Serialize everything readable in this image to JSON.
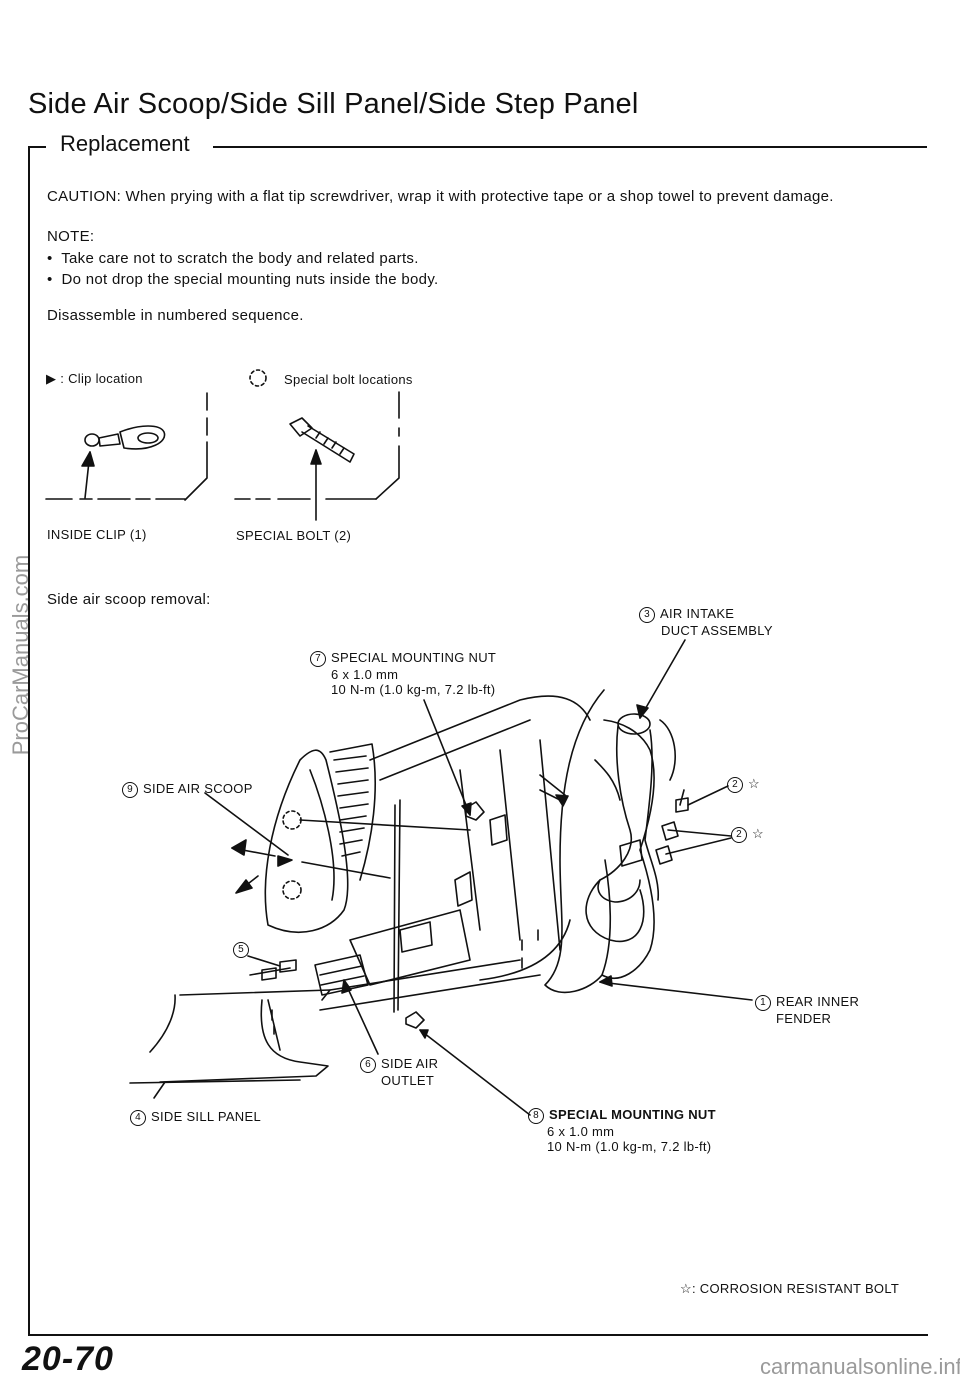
{
  "header": {
    "title": "Side Air Scoop/Side Sill Panel/Side Step Panel",
    "subtitle": "Replacement"
  },
  "caution": "CAUTION:  When  prying  with  a  flat  tip  screwdriver,  wrap  it  with  protective  tape  or  a  shop  towel  to  prevent  damage.",
  "note": {
    "heading": "NOTE:",
    "items": [
      "Take  care  not  to  scratch  the  body  and  related  parts.",
      "Do  not  drop  the  special  mounting  nuts  inside  the  body."
    ]
  },
  "instruction": "Disassemble  in  numbered  sequence.",
  "legend": {
    "clip": "Clip  location",
    "bolt": "Special  bolt  locations",
    "inside_clip": "INSIDE  CLIP  (1)",
    "special_bolt": "SPECIAL  BOLT  (2)"
  },
  "section": "Side  air  scoop  removal:",
  "callouts": {
    "c3": {
      "num": "3",
      "line1": "AIR  INTAKE",
      "line2": "DUCT  ASSEMBLY"
    },
    "c7": {
      "num": "7",
      "line1": "SPECIAL  MOUNTING  NUT",
      "line2": "6 x  1.0  mm",
      "line3": "10  N-m  (1.0  kg-m,  7.2  lb-ft)"
    },
    "c9": {
      "num": "9",
      "line1": "SIDE  AIR  SCOOP"
    },
    "c2a": {
      "num": "2",
      "mark": "☆"
    },
    "c2b": {
      "num": "2",
      "mark": "☆"
    },
    "c5": {
      "num": "5"
    },
    "c1": {
      "num": "1",
      "line1": "REAR  INNER",
      "line2": "FENDER"
    },
    "c6": {
      "num": "6",
      "line1": "SIDE  AIR",
      "line2": "OUTLET"
    },
    "c4": {
      "num": "4",
      "line1": "SIDE  SILL  PANEL"
    },
    "c8": {
      "num": "8",
      "line1": "SPECIAL  MOUNTING  NUT",
      "line2": "6 x  1.0  mm",
      "line3": "10  N-m  (1.0  kg-m,  7.2  lb-ft)"
    }
  },
  "corrosion_note": {
    "mark": "☆:",
    "text": "CORROSION  RESISTANT  BOLT"
  },
  "page_number": "20-70",
  "footer": "carmanualsonline.info",
  "watermark": "ProCarManuals.com"
}
